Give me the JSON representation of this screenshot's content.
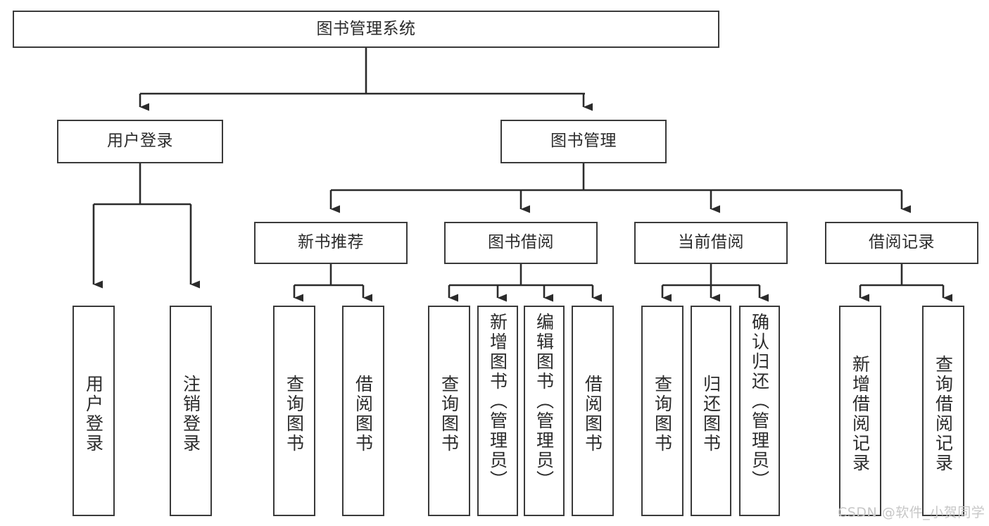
{
  "diagram": {
    "type": "tree",
    "title": "图书管理系统",
    "watermark": "CSDN @软件_小贺同学",
    "colors": {
      "box_border": "#3a3a3a",
      "box_fill": "#ffffff",
      "edge": "#2b2b2b",
      "text": "#2b2b2b",
      "watermark": "#c7c7c7",
      "background": "#ffffff"
    },
    "nodes": {
      "root": "图书管理系统",
      "l2_user_login": "用户登录",
      "l2_book_manage": "图书管理",
      "l3_new_book_rec": "新书推荐",
      "l3_book_borrow": "图书借阅",
      "l3_current_borrow": "当前借阅",
      "l3_borrow_record": "借阅记录",
      "l4_user_login": "用户登录",
      "l4_logout": "注销登录",
      "l4_query_book_a": "查询图书",
      "l4_borrow_book_a": "借阅图书",
      "l4_query_book_b": "查询图书",
      "l4_add_book_admin": "新增图书（管理员）",
      "l4_edit_book_admin": "编辑图书（管理员）",
      "l4_borrow_book_b": "借阅图书",
      "l4_query_book_c": "查询图书",
      "l4_return_book": "归还图书",
      "l4_confirm_return_admin": "确认归还（管理员）",
      "l4_add_borrow_record": "新增借阅记录",
      "l4_query_borrow_record": "查询借阅记录"
    },
    "edges": [
      {
        "from": "root",
        "to": "l2_user_login"
      },
      {
        "from": "root",
        "to": "l2_book_manage"
      },
      {
        "from": "l2_user_login",
        "to": "l4_user_login"
      },
      {
        "from": "l2_user_login",
        "to": "l4_logout"
      },
      {
        "from": "l2_book_manage",
        "to": "l3_new_book_rec"
      },
      {
        "from": "l2_book_manage",
        "to": "l3_book_borrow"
      },
      {
        "from": "l2_book_manage",
        "to": "l3_current_borrow"
      },
      {
        "from": "l2_book_manage",
        "to": "l3_borrow_record"
      },
      {
        "from": "l3_new_book_rec",
        "to": "l4_query_book_a"
      },
      {
        "from": "l3_new_book_rec",
        "to": "l4_borrow_book_a"
      },
      {
        "from": "l3_book_borrow",
        "to": "l4_query_book_b"
      },
      {
        "from": "l3_book_borrow",
        "to": "l4_add_book_admin"
      },
      {
        "from": "l3_book_borrow",
        "to": "l4_edit_book_admin"
      },
      {
        "from": "l3_book_borrow",
        "to": "l4_borrow_book_b"
      },
      {
        "from": "l3_current_borrow",
        "to": "l4_query_book_c"
      },
      {
        "from": "l3_current_borrow",
        "to": "l4_return_book"
      },
      {
        "from": "l3_current_borrow",
        "to": "l4_confirm_return_admin"
      },
      {
        "from": "l3_borrow_record",
        "to": "l4_add_borrow_record"
      },
      {
        "from": "l3_borrow_record",
        "to": "l4_query_borrow_record"
      }
    ]
  }
}
